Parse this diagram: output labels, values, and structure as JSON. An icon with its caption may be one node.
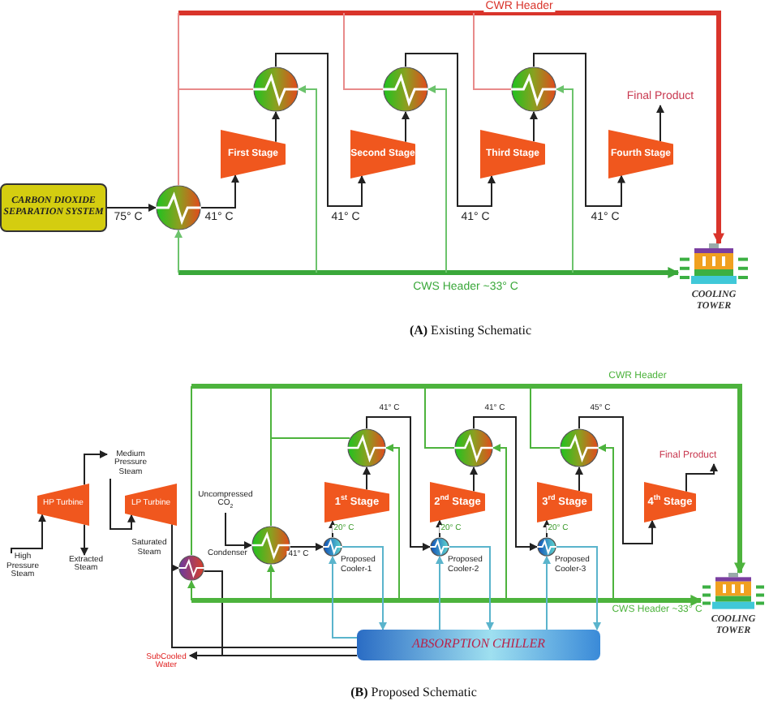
{
  "diagram": {
    "nodes": [
      {
        "text": [
          "CARBON DIOXIDE SEPARATION SYSTEM"
        ]
      },
      {
        "text": [],
        "shape": "circle"
      },
      {
        "text": [],
        "shape": "circle"
      },
      {
        "text": [],
        "shape": "circle"
      },
      {
        "text": [],
        "shape": "circle"
      },
      {
        "text": [
          "First Stage"
        ]
      },
      {
        "text": [
          "Second Stage"
        ]
      },
      {
        "text": [
          "Third Stage"
        ]
      },
      {
        "text": [
          "Fourth Stage"
        ]
      },
      {
        "text": [
          "Final Product"
        ]
      },
      {
        "text": [
          "COOLING TOWER"
        ]
      },
      {
        "text": [
          "HP Turbine"
        ]
      },
      {
        "text": [
          "LP Turbine"
        ]
      },
      {
        "text": [
          "High Pressure Steam"
        ]
      },
      {
        "text": [
          "Extracted Steam"
        ]
      },
      {
        "text": [
          "Medium Pressure Steam"
        ]
      },
      {
        "text": [
          "Uncompressed CO$_{2}$"
        ]
      },
      {
        "text": [
          "Condenser"
        ]
      },
      {
        "text": [],
        "shape": "circle"
      },
      {
        "text": [],
        "shape": "circle"
      },
      {
        "text": [],
        "shape": "circle"
      },
      {
        "text": [],
        "shape": "circle"
      },
      {
        "text": [
          "Proposed Cooler-1"
        ]
      },
      {
        "text": [
          "Proposed Cooler-2"
        ]
      },
      {
        "text": [
          "Proposed Cooler-3"
        ]
      },
      {
        "text": [
          "1$^{st}$ Stage"
        ]
      },
      {
        "text": [
          "2$^{nd}$ Stage"
        ]
      },
      {
        "text": [
          "3$^{rd}$ Stage"
        ]
      },
      {
        "text": [
          "4$^{th}$ Stage"
        ]
      },
      {
        "text": [
          "ABSORPTION CHILLER"
        ]
      },
      {
        "text": [
          "SubCooled Water"
        ]
      },
      {
        "text": [
          "COOLING TOWER"
        ]
      },
      {
        "text": [
          "Final Product"
        ]
      }
    ],
    "edges": [
      {
        "from": 0,
        "to": 1,
        "arrow": "to",
        "label": "75° C"
      },
      {
        "from": 1,
        "to": 5,
        "arrow": "to",
        "label": "41° C"
      },
      {
        "from": 5,
        "to": 2,
        "arrow": "to"
      },
      {
        "from": 2,
        "to": 6,
        "arrow": "to",
        "label": "41° C"
      },
      {
        "from": 6,
        "to": 3,
        "arrow": "to"
      },
      {
        "from": 3,
        "to": 7,
        "arrow": "to",
        "label": "41° C"
      },
      {
        "from": 7,
        "to": 4,
        "arrow": "to"
      },
      {
        "from": 4,
        "to": 8,
        "arrow": "to",
        "label": "41° C"
      },
      {
        "from": 8,
        "to": 9,
        "arrow": "to"
      },
      {
        "from": null,
        "to": 10,
        "arrow": "to",
        "label": "CWR Header",
        "style": "thick",
        "color": "#d9342b"
      },
      {
        "from": null,
        "to": 10,
        "arrow": "to",
        "label": "CWS Header ~33° C",
        "style": "thick",
        "color": "#3aa83a"
      },
      {
        "from": null,
        "to": 1,
        "arrow": "to",
        "color": "#6cc36c"
      },
      {
        "from": null,
        "to": 2,
        "arrow": "to",
        "color": "#6cc36c"
      },
      {
        "from": null,
        "to": 3,
        "arrow": "to",
        "color": "#6cc36c"
      },
      {
        "from": null,
        "to": 4,
        "arrow": "to",
        "color": "#6cc36c"
      },
      {
        "from": 1,
        "to": null,
        "arrow": "none",
        "color": "#e88a8a"
      },
      {
        "from": 2,
        "to": null,
        "arrow": "none",
        "color": "#e88a8a"
      },
      {
        "from": 3,
        "to": null,
        "arrow": "none",
        "color": "#e88a8a"
      },
      {
        "from": 4,
        "to": null,
        "arrow": "none",
        "color": "#e88a8a"
      },
      {
        "from": 13,
        "to": 11,
        "arrow": "to"
      },
      {
        "from": 11,
        "to": 14,
        "arrow": "to"
      },
      {
        "from": 11,
        "to": 15,
        "arrow": "to"
      },
      {
        "from": 15,
        "to": 12,
        "arrow": "to"
      },
      {
        "from": 12,
        "to": 17,
        "arrow": "to"
      },
      {
        "from": 12,
        "to": 29,
        "arrow": "none"
      },
      {
        "from": 17,
        "to": 30,
        "arrow": "to"
      },
      {
        "from": 29,
        "to": 30,
        "arrow": "to"
      },
      {
        "from": 16,
        "to": 18,
        "arrow": "to"
      },
      {
        "from": 18,
        "to": 22,
        "arrow": "to",
        "label": "41° C"
      },
      {
        "from": 22,
        "to": 25,
        "arrow": "to",
        "label": "20° C"
      },
      {
        "from": 25,
        "to": 19,
        "arrow": "to"
      },
      {
        "from": 19,
        "to": 23,
        "arrow": "to",
        "label": "41° C"
      },
      {
        "from": 23,
        "to": 26,
        "arrow": "to",
        "label": "20° C"
      },
      {
        "from": 26,
        "to": 20,
        "arrow": "to"
      },
      {
        "from": 20,
        "to": 24,
        "arrow": "to",
        "label": "41° C"
      },
      {
        "from": 24,
        "to": 27,
        "arrow": "to",
        "label": "20° C"
      },
      {
        "from": 27,
        "to": 21,
        "arrow": "to"
      },
      {
        "from": 21,
        "to": 28,
        "arrow": "to",
        "label": "45° C"
      },
      {
        "from": 28,
        "to": 32,
        "arrow": "to"
      },
      {
        "from": null,
        "to": 31,
        "arrow": "to",
        "label": "CWR Header",
        "style": "thick",
        "color": "#4db33d"
      },
      {
        "from": null,
        "to": 31,
        "arrow": "to",
        "label": "CWS Header ~33° C",
        "style": "thick",
        "color": "#4db33d"
      },
      {
        "from": null,
        "to": 17,
        "arrow": "to",
        "color": "#4db33d"
      },
      {
        "from": 17,
        "to": null,
        "arrow": "none",
        "color": "#4db33d"
      },
      {
        "from": null,
        "to": 18,
        "arrow": "to",
        "color": "#4db33d"
      },
      {
        "from": 18,
        "to": null,
        "arrow": "none",
        "color": "#4db33d"
      },
      {
        "from": null,
        "to": 19,
        "arrow": "to",
        "color": "#4db33d"
      },
      {
        "from": 19,
        "to": null,
        "arrow": "none",
        "color": "#4db33d"
      },
      {
        "from": null,
        "to": 20,
        "arrow": "to",
        "color": "#4db33d"
      },
      {
        "from": 20,
        "to": null,
        "arrow": "none",
        "color": "#4db33d"
      },
      {
        "from": null,
        "to": 21,
        "arrow": "to",
        "color": "#4db33d"
      },
      {
        "from": 21,
        "to": null,
        "arrow": "none",
        "color": "#4db33d"
      },
      {
        "from": 29,
        "to": 22,
        "arrow": "to",
        "color": "#5ab4cc"
      },
      {
        "from": 22,
        "to": 29,
        "arrow": "to",
        "color": "#5ab4cc"
      },
      {
        "from": 29,
        "to": 23,
        "arrow": "to",
        "color": "#5ab4cc"
      },
      {
        "from": 23,
        "to": 29,
        "arrow": "to",
        "color": "#5ab4cc"
      },
      {
        "from": 29,
        "to": 24,
        "arrow": "to",
        "color": "#5ab4cc"
      },
      {
        "from": 24,
        "to": 29,
        "arrow": "to",
        "color": "#5ab4cc"
      }
    ],
    "labels": [
      "**(A)** Existing Schematic",
      "Saturated Steam",
      "**(B)** Proposed Schematic"
    ]
  }
}
